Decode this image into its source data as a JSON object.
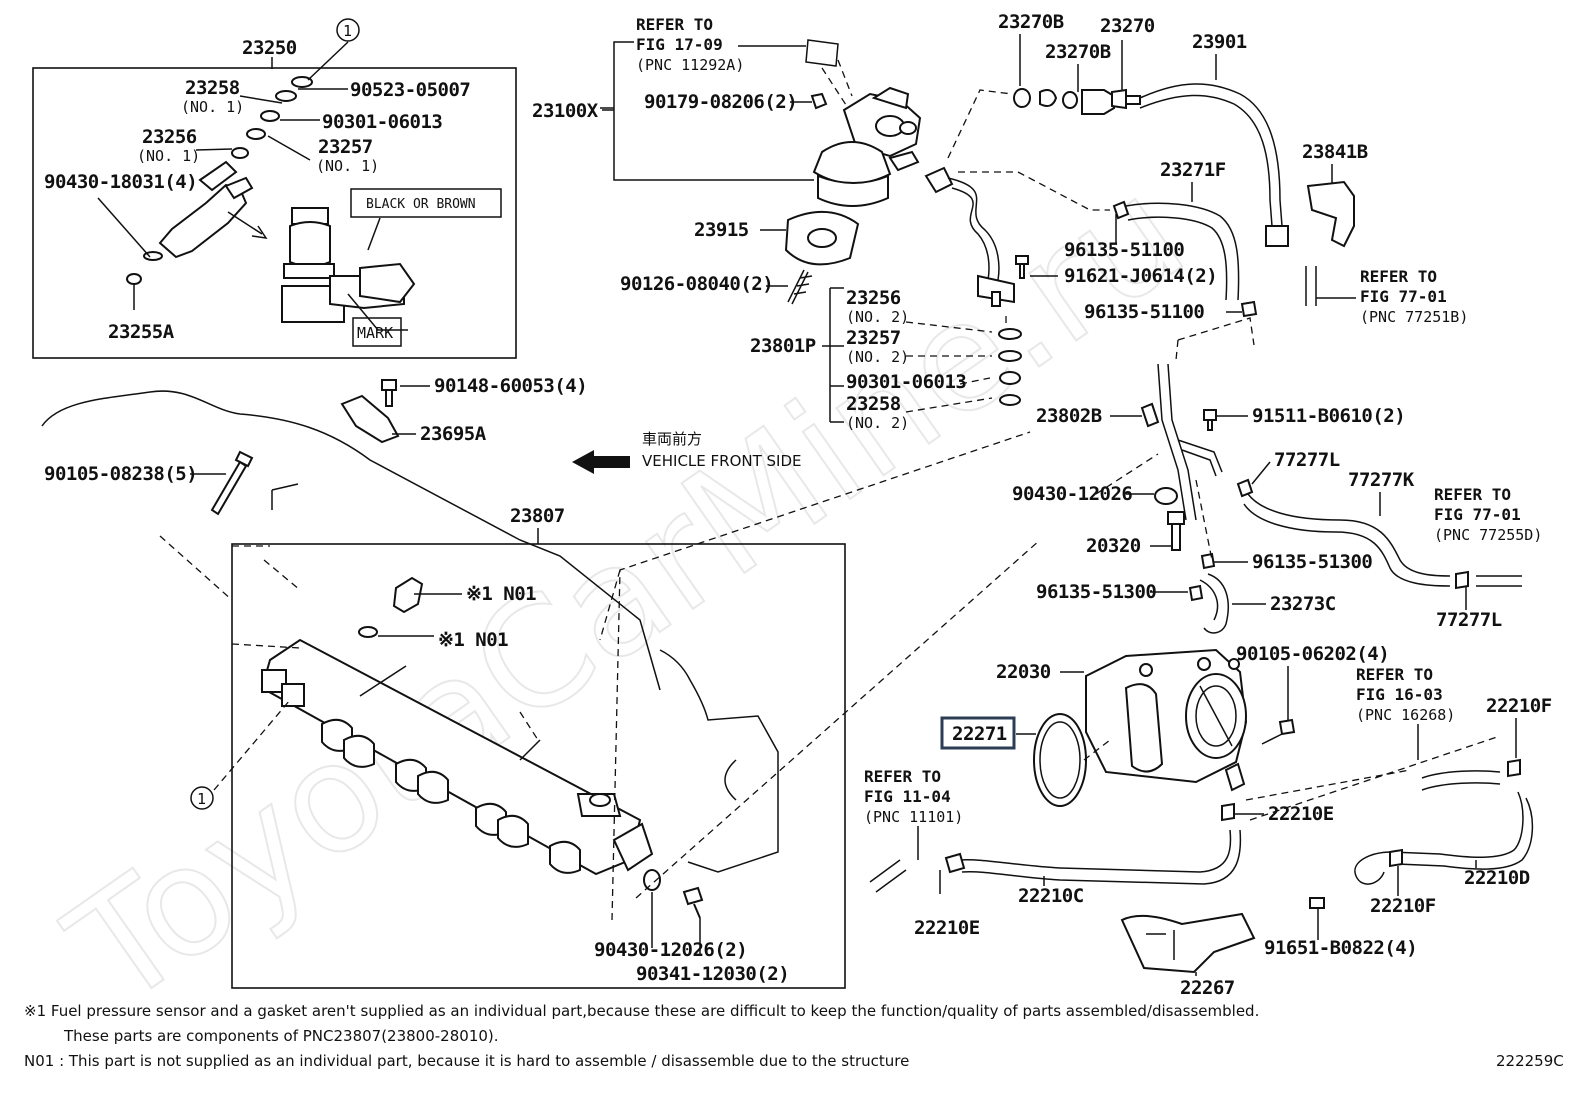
{
  "diagram_code": "222259C",
  "watermark": "ToyotaCarMine.ru",
  "labels": {
    "p23250": "23250",
    "c1_top": "1",
    "c1_bottom": "1",
    "p23258": "23258",
    "p23258_no": "(NO. 1)",
    "p90523": "90523-05007",
    "p90301_a": "90301-06013",
    "p23256": "23256",
    "p23256_no": "(NO. 1)",
    "p23257": "23257",
    "p23257_no": "(NO. 1)",
    "p90430_18031": "90430-18031(4)",
    "black_brown": "BLACK OR BROWN",
    "mark": "MARK",
    "p23255A": "23255A",
    "refer_1709_a": "REFER TO",
    "refer_1709_b": "FIG 17-09",
    "refer_1709_c": "(PNC 11292A)",
    "p23100X": "23100X",
    "p90179": "90179-08206(2)",
    "p23915": "23915",
    "p90126": "90126-08040(2)",
    "p23270B_1": "23270B",
    "p23270": "23270",
    "p23270B_2": "23270B",
    "p23901": "23901",
    "p23841B": "23841B",
    "p23271F": "23271F",
    "p96135_51100_a": "96135-51100",
    "p91621": "91621-J0614(2)",
    "p96135_51100_b": "96135-51100",
    "refer_7701b_a": "REFER TO",
    "refer_7701b_b": "FIG 77-01",
    "refer_7701b_c": "(PNC 77251B)",
    "p23801P": "23801P",
    "p23256_2": "23256",
    "p23256_2_no": "(NO. 2)",
    "p23257_2": "23257",
    "p23257_2_no": "(NO. 2)",
    "p90301_b": "90301-06013",
    "p23258_2": "23258",
    "p23258_2_no": "(NO. 2)",
    "p90148": "90148-60053(4)",
    "p23695A": "23695A",
    "front_jp": "車両前方",
    "front_en": "VEHICLE FRONT SIDE",
    "p90105_08238": "90105-08238(5)",
    "p23807": "23807",
    "n01_a": "※1  N01",
    "n01_b": "※1  N01",
    "p23802B": "23802B",
    "p91511": "91511-B0610(2)",
    "p90430_12026_a": "90430-12026",
    "p77277L_1": "77277L",
    "p77277K": "77277K",
    "refer_7701d_a": "REFER TO",
    "refer_7701d_b": "FIG 77-01",
    "refer_7701d_c": "(PNC 77255D)",
    "p20320": "20320",
    "p96135_51300_a": "96135-51300",
    "p96135_51300_b": "96135-51300",
    "p23273C": "23273C",
    "p77277L_2": "77277L",
    "p22030": "22030",
    "p90105_06202": "90105-06202(4)",
    "refer_1603_a": "REFER TO",
    "refer_1603_b": "FIG 16-03",
    "refer_1603_c": "(PNC 16268)",
    "p22271": "22271",
    "p22210F_1": "22210F",
    "refer_1104_a": "REFER TO",
    "refer_1104_b": "FIG 11-04",
    "refer_1104_c": "(PNC 11101)",
    "p22210E_1": "22210E",
    "p22210C": "22210C",
    "p22210E_2": "22210E",
    "p22210D": "22210D",
    "p22210F_2": "22210F",
    "p91651": "91651-B0822(4)",
    "p22267": "22267",
    "p90430_12026_b": "90430-12026(2)",
    "p90341": "90341-12030(2)"
  },
  "notes": {
    "line1": "※1  Fuel pressure sensor and a gasket aren't supplied as an individual part,because these are difficult to keep the function/quality of parts assembled/disassembled.",
    "line2": "These parts are components of PNC23807(23800-28010).",
    "line3": "N01 : This part is not supplied as an individual part, because it is hard to assemble / disassemble due to the structure"
  },
  "highlighted_part": "22271"
}
